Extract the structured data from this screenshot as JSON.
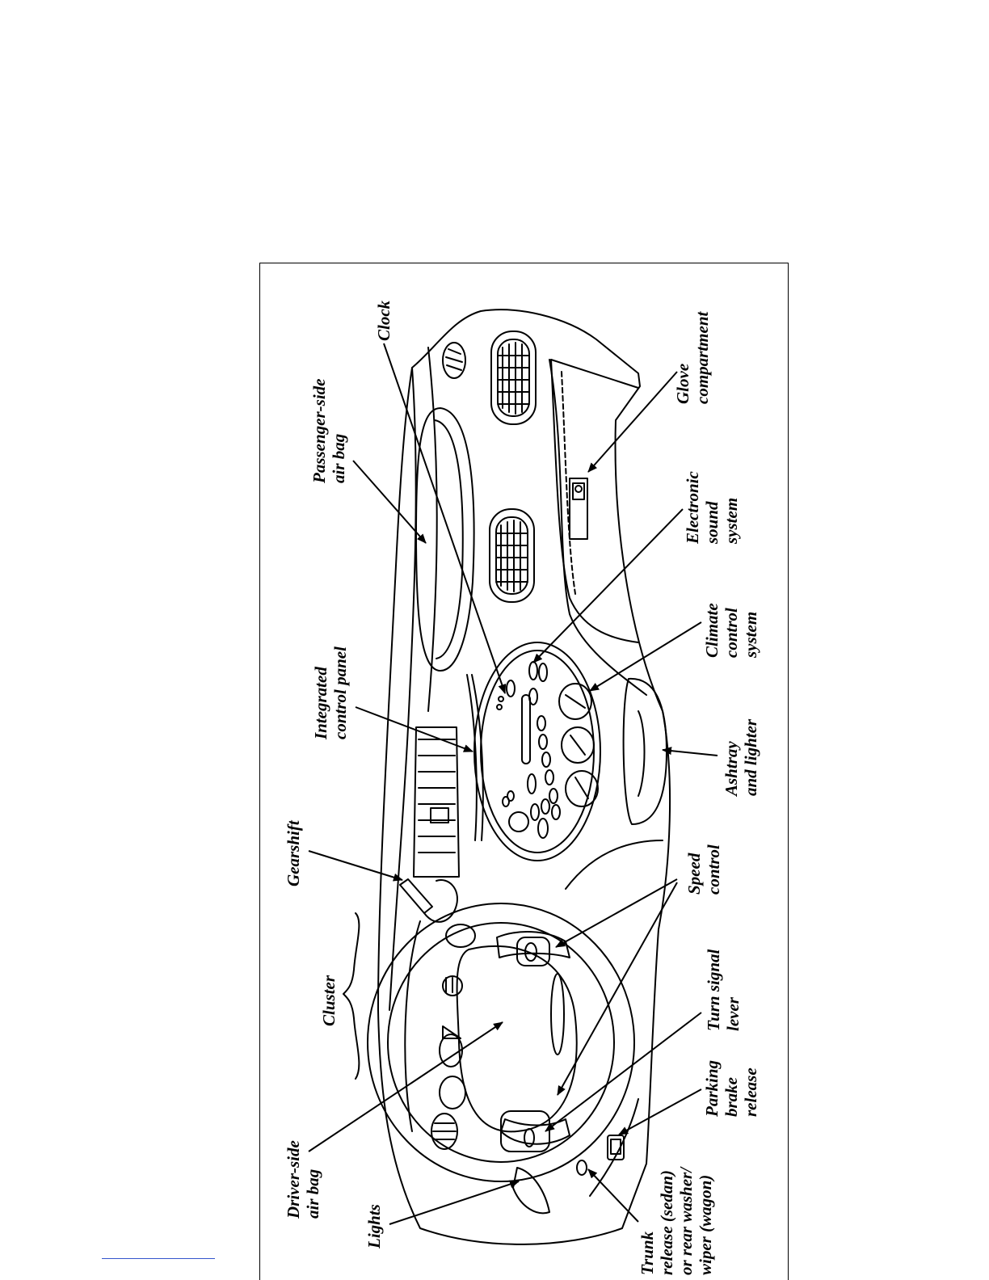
{
  "labels": {
    "clock": "Clock",
    "passenger_airbag": [
      "Passenger-side",
      "air bag"
    ],
    "glove_compartment": [
      "Glove",
      "compartment"
    ],
    "integrated_control_panel": [
      "Integrated",
      "control panel"
    ],
    "electronic_sound_system": [
      "Electronic",
      "sound",
      "system"
    ],
    "climate_control_system": [
      "Climate",
      "control",
      "system"
    ],
    "ashtray_lighter": [
      "Ashtray",
      "and lighter"
    ],
    "gearshift": "Gearshift",
    "speed_control": [
      "Speed",
      "control"
    ],
    "cluster": "Cluster",
    "turn_signal_lever": [
      "Turn signal",
      "lever"
    ],
    "parking_brake_release": [
      "Parking",
      "brake",
      "release"
    ],
    "driver_airbag": [
      "Driver-side",
      "air bag"
    ],
    "lights": "Lights",
    "trunk_release": [
      "Trunk",
      "release (sedan)",
      "or rear washer/",
      "wiper (wagon)"
    ]
  },
  "colors": {
    "ink": "#000000",
    "footer_rule": "#3355cc"
  }
}
